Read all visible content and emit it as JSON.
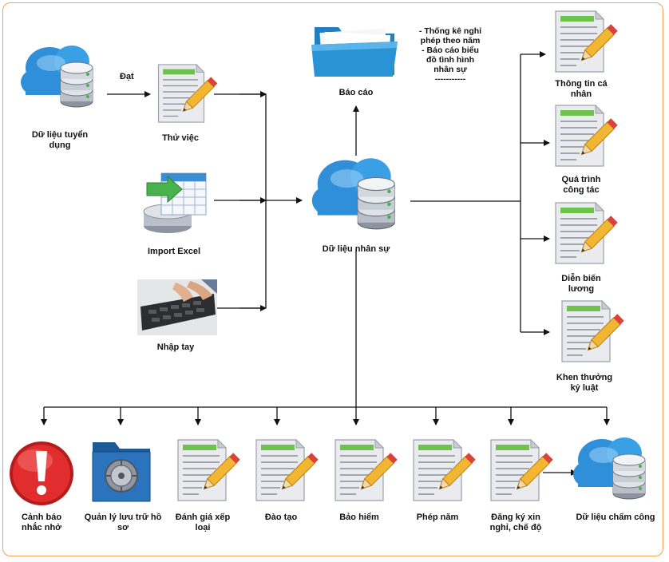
{
  "nodes": {
    "recruit_data": {
      "label": "Dữ liệu tuyển\ndụng",
      "icon": "database-cloud-icon"
    },
    "probation": {
      "label": "Thử việc",
      "icon": "document-pencil-icon"
    },
    "import_excel": {
      "label": "Import Excel",
      "icon": "excel-table-icon"
    },
    "manual_input": {
      "label": "Nhập tay",
      "icon": "keyboard-typing-icon"
    },
    "hr_data": {
      "label": "Dữ liệu nhân sự",
      "icon": "database-cloud-icon"
    },
    "report": {
      "label": "Báo cáo",
      "icon": "folder-icon"
    },
    "personal_info": {
      "label": "Thông tin cá\nnhân",
      "icon": "document-pencil-icon"
    },
    "work_history": {
      "label": "Quá trình\ncông tác",
      "icon": "document-pencil-icon"
    },
    "salary_history": {
      "label": "Diễn biến\nlương",
      "icon": "document-pencil-icon"
    },
    "reward_discipline": {
      "label": "Khen thưởng\nkỷ luật",
      "icon": "document-pencil-icon"
    },
    "warning": {
      "label": "Cảnh báo\nnhắc nhở",
      "icon": "warning-icon"
    },
    "records": {
      "label": "Quản lý lưu trữ hồ\nsơ",
      "icon": "vault-folder-icon"
    },
    "evaluation": {
      "label": "Đánh giá xếp\nloại",
      "icon": "document-pencil-icon"
    },
    "training": {
      "label": "Đào tạo",
      "icon": "document-pencil-icon"
    },
    "insurance": {
      "label": "Bảo hiểm",
      "icon": "document-pencil-icon"
    },
    "annual_leave": {
      "label": "Phép năm",
      "icon": "document-pencil-icon"
    },
    "leave_request": {
      "label": "Đăng ký xin\nnghỉ, chế độ",
      "icon": "document-pencil-icon"
    },
    "attendance_data": {
      "label": "Dữ liệu chấm công",
      "icon": "database-cloud-icon"
    }
  },
  "edge_labels": {
    "pass": "Đạt"
  },
  "report_note": "- Thống kê nghỉ\nphép theo năm\n- Báo cáo biểu\nđồ tình hình\nnhân sự\n-----------",
  "colors": {
    "frame": "#f0a356",
    "cloud": "#2f8fd8",
    "doc_header": "#6cc24a",
    "pencil": "#f2b632",
    "warning": "#d9232a",
    "folder": "#2a93d5"
  }
}
